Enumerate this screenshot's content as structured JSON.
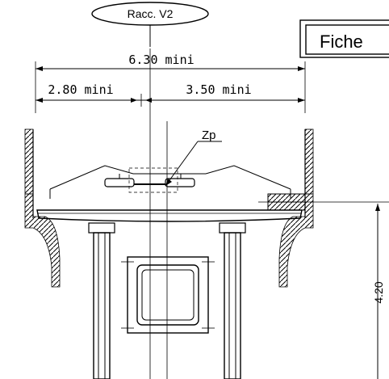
{
  "labels": {
    "oval_label": "Racc. V2",
    "banner_text": "Fiche",
    "total_width": "6.30 mini",
    "left_width": "2.80 mini",
    "right_width": "3.50 mini",
    "axis_label": "Zp",
    "height_label": "4.20"
  }
}
